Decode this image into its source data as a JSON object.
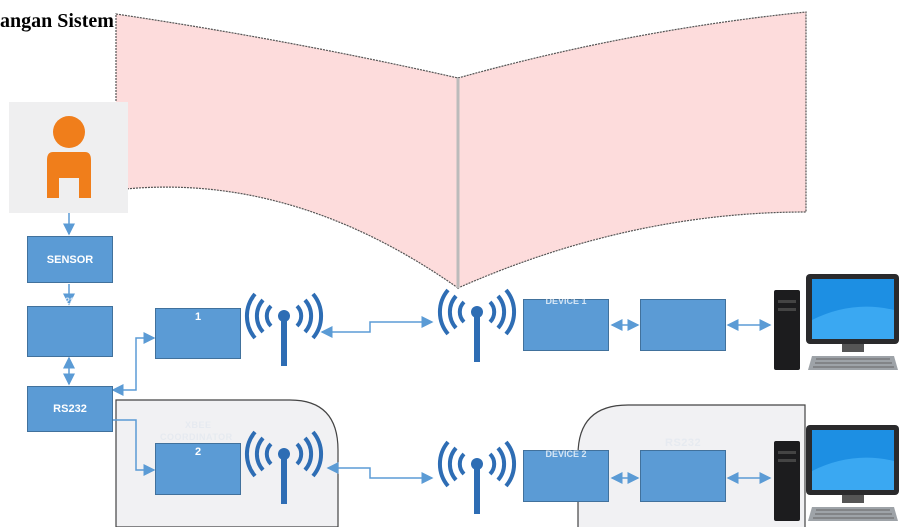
{
  "title": "angan Sistem",
  "boxes": {
    "sensor": "SENSOR",
    "small_label": "28",
    "rs232_left": "RS232",
    "rx1_label": "1",
    "rx2_label": "2",
    "device1": "DEVICE 1",
    "device2": "DEVICE 2",
    "rs232_right": "RS232",
    "xbee_label": "XBEE",
    "coordinator_label": "COORDINATOR"
  },
  "colors": {
    "box_fill": "#5b9bd5",
    "arrow": "#5b9bd5",
    "antenna": "#2e6db4",
    "person": "#f07e1b",
    "book": "#fddcdc"
  },
  "icons": [
    "person-icon",
    "antenna-icon",
    "computer-icon"
  ]
}
